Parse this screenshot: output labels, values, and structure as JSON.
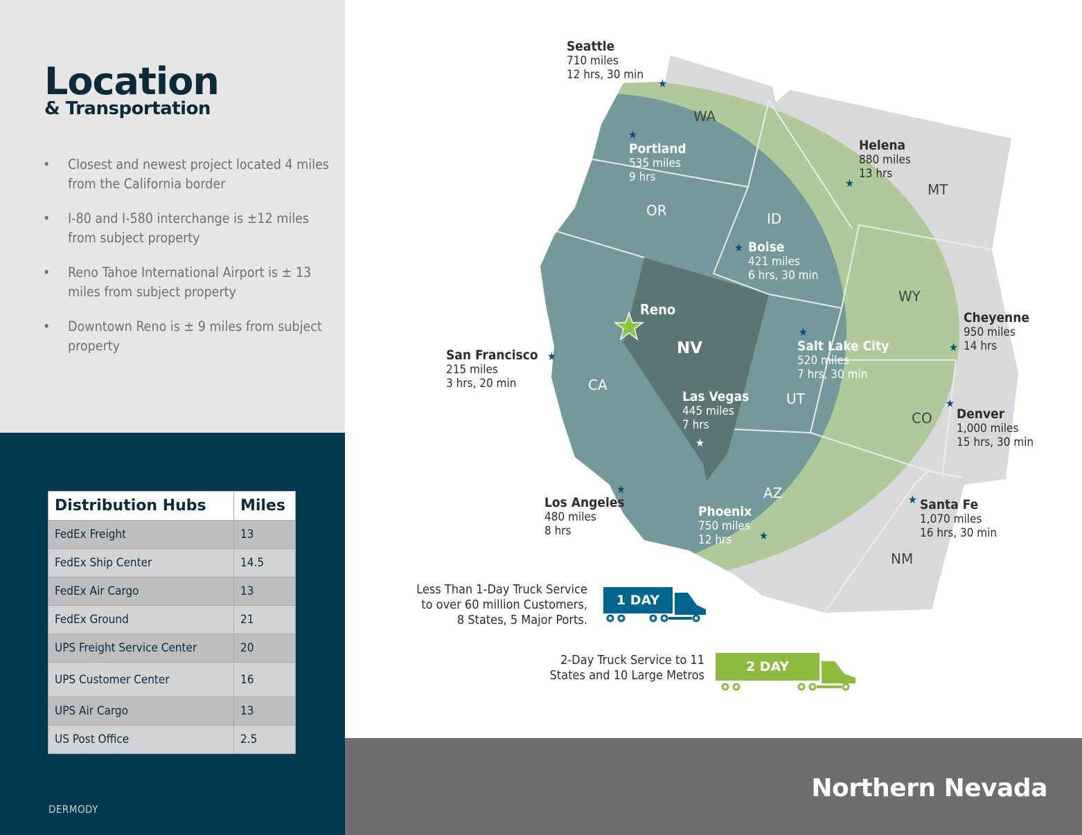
{
  "header": {
    "title": "Location",
    "subtitle": "& Transportation"
  },
  "bullets": [
    "Closest and newest project located 4 miles from the California border",
    "I-80 and I-580 interchange is ±12 miles from subject property",
    "Reno Tahoe International Airport is ± 13 miles from subject property",
    "Downtown Reno is ± 9 miles from subject property"
  ],
  "table": {
    "headers": [
      "Distribution Hubs",
      "Miles"
    ],
    "rows": [
      [
        "FedEx Freight",
        "13"
      ],
      [
        "FedEx Ship Center",
        "14.5"
      ],
      [
        "FedEx Air Cargo",
        "13"
      ],
      [
        "FedEx Ground",
        "21"
      ],
      [
        "UPS Freight Service Center",
        "20"
      ],
      [
        "UPS Customer Center",
        "16"
      ],
      [
        "UPS Air Cargo",
        "13"
      ],
      [
        "US Post Office",
        "2.5"
      ]
    ]
  },
  "brand": "DERMODY",
  "footer": {
    "title": "Northern Nevada"
  },
  "map": {
    "states": [
      "WA",
      "OR",
      "ID",
      "MT",
      "WY",
      "NV",
      "UT",
      "CO",
      "CA",
      "AZ",
      "NM"
    ],
    "origin": "Reno",
    "cities": [
      {
        "name": "Seattle",
        "miles": "710 miles",
        "time": "12 hrs, 30 min"
      },
      {
        "name": "Portland",
        "miles": "535 miles",
        "time": "9 hrs"
      },
      {
        "name": "Helena",
        "miles": "880 miles",
        "time": "13 hrs"
      },
      {
        "name": "Boise",
        "miles": "421 miles",
        "time": "6 hrs, 30 min"
      },
      {
        "name": "Cheyenne",
        "miles": "950 miles",
        "time": "14 hrs"
      },
      {
        "name": "San Francisco",
        "miles": "215 miles",
        "time": "3 hrs, 20 min"
      },
      {
        "name": "Salt Lake City",
        "miles": "520 miles",
        "time": "7 hrs, 30 min"
      },
      {
        "name": "Las Vegas",
        "miles": "445 miles",
        "time": "7 hrs"
      },
      {
        "name": "Denver",
        "miles": "1,000 miles",
        "time": "15 hrs, 30 min"
      },
      {
        "name": "Los Angeles",
        "miles": "480 miles",
        "time": "8 hrs"
      },
      {
        "name": "Phoenix",
        "miles": "750 miles",
        "time": "12 hrs"
      },
      {
        "name": "Santa Fe",
        "miles": "1,070 miles",
        "time": "16 hrs, 30 min"
      }
    ],
    "colors": {
      "one_day": "#00668f",
      "two_day": "#8dba3f",
      "teal": "#75999a",
      "green": "#afc99a",
      "nv": "#5b7574"
    }
  },
  "service": {
    "one_day": {
      "text": [
        "Less Than 1-Day Truck Service",
        "to over 60 million Customers,",
        "8 States, 5 Major Ports."
      ],
      "badge": "1 DAY"
    },
    "two_day": {
      "text": [
        "2-Day Truck Service to 11",
        "States and 10 Large Metros"
      ],
      "badge": "2 DAY"
    }
  }
}
